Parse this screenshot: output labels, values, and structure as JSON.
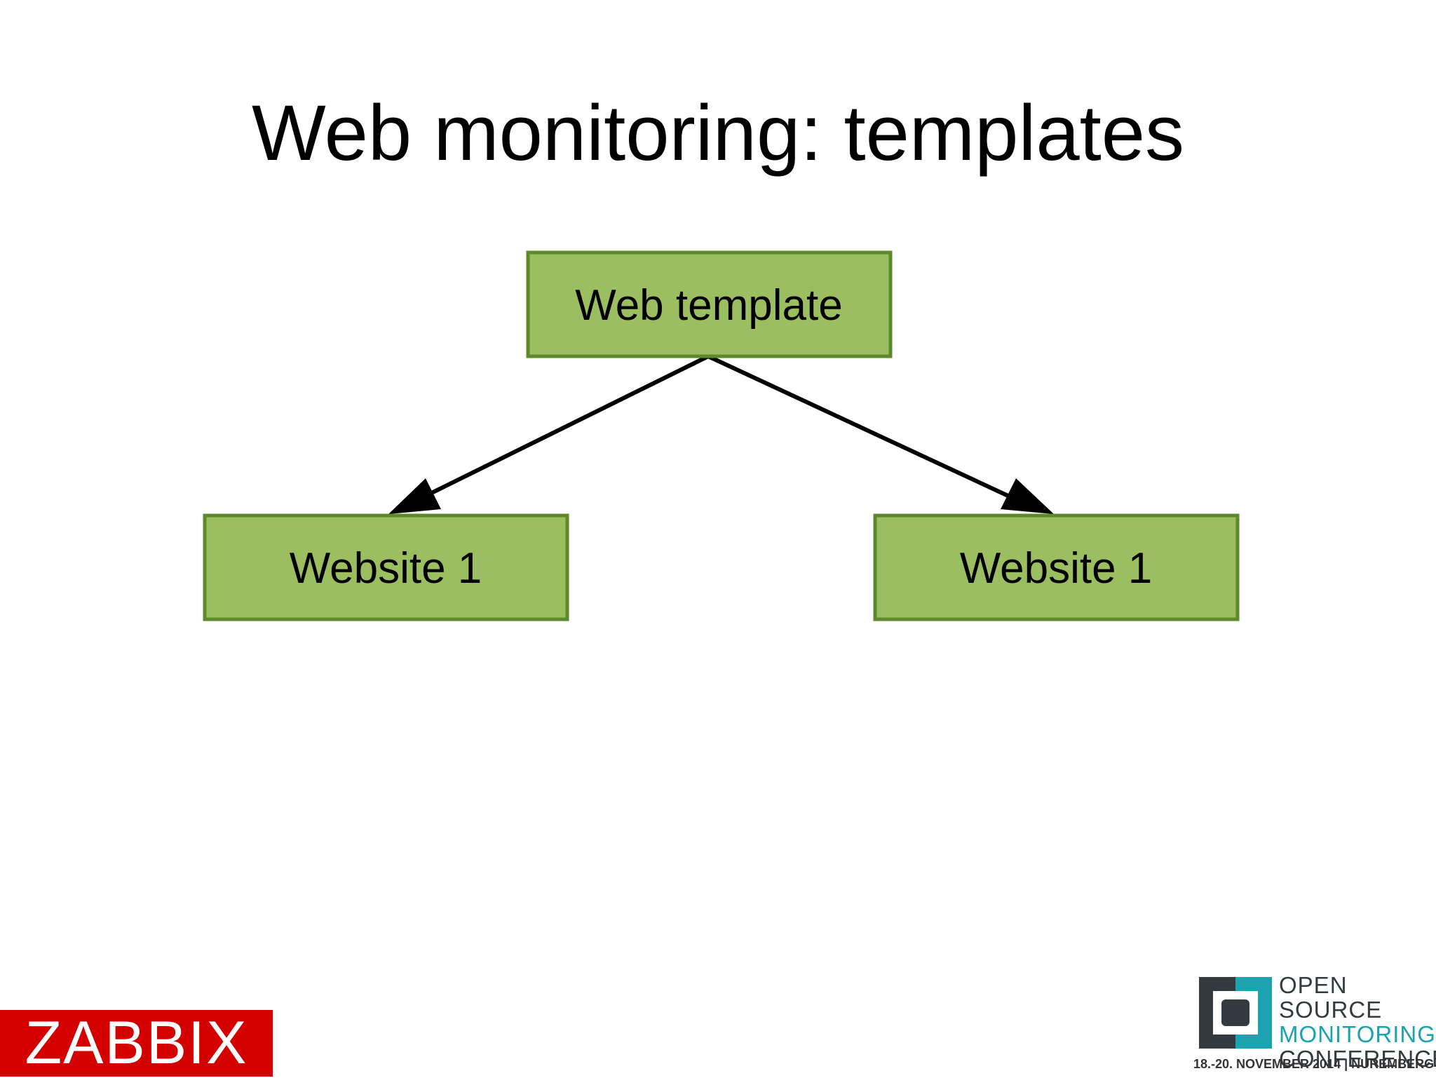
{
  "slide": {
    "title": "Web monitoring: templates"
  },
  "diagram": {
    "nodes": [
      {
        "id": "web-template",
        "label": "Web template"
      },
      {
        "id": "website-left",
        "label": "Website 1"
      },
      {
        "id": "website-right",
        "label": "Website 1"
      }
    ],
    "edges": [
      {
        "from": "web-template",
        "to": "website-left"
      },
      {
        "from": "web-template",
        "to": "website-right"
      }
    ]
  },
  "logos": {
    "zabbix": {
      "text": "ZABBIX",
      "background": "#d40000",
      "color": "#ffffff"
    },
    "osmc": {
      "line1": "OPEN SOURCE",
      "line2": "MONITORING",
      "line3": "CONFERENCE",
      "footer": "18.-20. NOVEMBER 2014  |  NUREMBERG",
      "accent": "#1ba3b0",
      "dark": "#333a40"
    }
  },
  "colors": {
    "node_fill": "#9bbf60",
    "node_border": "#5c8a2a",
    "arrow": "#000000",
    "text": "#000000"
  }
}
